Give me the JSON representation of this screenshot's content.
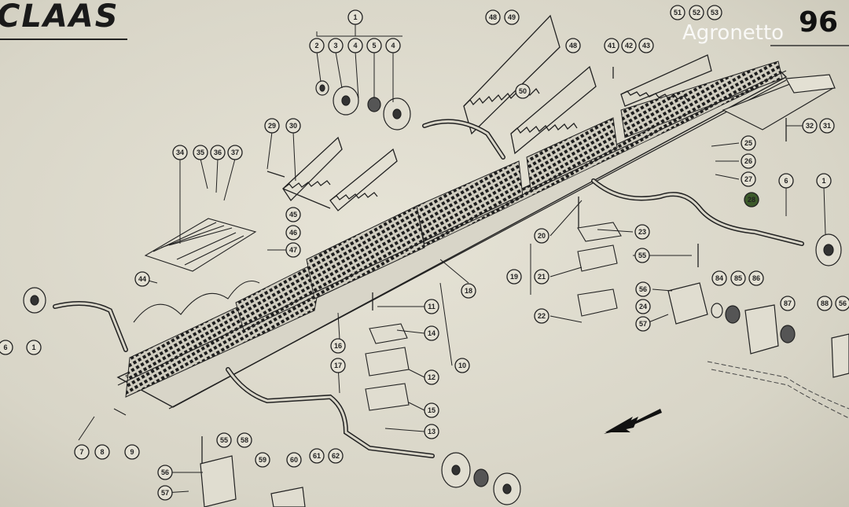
{
  "header": {
    "brand": "CLAAS",
    "page_number": "96"
  },
  "watermark": {
    "text": "Agronetto"
  },
  "callouts": [
    {
      "label": "1"
    },
    {
      "label": "2"
    },
    {
      "label": "3"
    },
    {
      "label": "4"
    },
    {
      "label": "5"
    },
    {
      "label": "4"
    },
    {
      "label": "48"
    },
    {
      "label": "49"
    },
    {
      "label": "50"
    },
    {
      "label": "48"
    },
    {
      "label": "51"
    },
    {
      "label": "52"
    },
    {
      "label": "53"
    },
    {
      "label": "41"
    },
    {
      "label": "42"
    },
    {
      "label": "43"
    },
    {
      "label": "29"
    },
    {
      "label": "30"
    },
    {
      "label": "34"
    },
    {
      "label": "35"
    },
    {
      "label": "36"
    },
    {
      "label": "37"
    },
    {
      "label": "45"
    },
    {
      "label": "46"
    },
    {
      "label": "47"
    },
    {
      "label": "44"
    },
    {
      "label": "32"
    },
    {
      "label": "31"
    },
    {
      "label": "25"
    },
    {
      "label": "26"
    },
    {
      "label": "27"
    },
    {
      "label": "28"
    },
    {
      "label": "6"
    },
    {
      "label": "1"
    },
    {
      "label": "20"
    },
    {
      "label": "23"
    },
    {
      "label": "55"
    },
    {
      "label": "19"
    },
    {
      "label": "21"
    },
    {
      "label": "24"
    },
    {
      "label": "22"
    },
    {
      "label": "56"
    },
    {
      "label": "57"
    },
    {
      "label": "84"
    },
    {
      "label": "85"
    },
    {
      "label": "86"
    },
    {
      "label": "87"
    },
    {
      "label": "88"
    },
    {
      "label": "56"
    },
    {
      "label": "18"
    },
    {
      "label": "11"
    },
    {
      "label": "14"
    },
    {
      "label": "10"
    },
    {
      "label": "12"
    },
    {
      "label": "15"
    },
    {
      "label": "13"
    },
    {
      "label": "16"
    },
    {
      "label": "17"
    },
    {
      "label": "6"
    },
    {
      "label": "1"
    },
    {
      "label": "7"
    },
    {
      "label": "8"
    },
    {
      "label": "9"
    },
    {
      "label": "55"
    },
    {
      "label": "58"
    },
    {
      "label": "56"
    },
    {
      "label": "57"
    },
    {
      "label": "59"
    },
    {
      "label": "60"
    },
    {
      "label": "61"
    },
    {
      "label": "62"
    }
  ]
}
